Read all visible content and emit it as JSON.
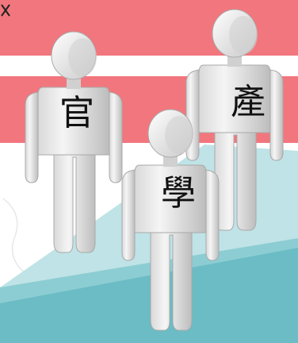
{
  "figures": [
    {
      "id": "guan",
      "label": "官"
    },
    {
      "id": "chan",
      "label": "產"
    },
    {
      "id": "xue",
      "label": "學"
    }
  ],
  "colors": {
    "banner_pink": "#f2767d",
    "platform_top": "#bfe3e6",
    "platform_side": "#6bbcc4",
    "figure_light": "#f2f2f2",
    "figure_shade": "#bcbcbc",
    "background": "#ffffff"
  }
}
